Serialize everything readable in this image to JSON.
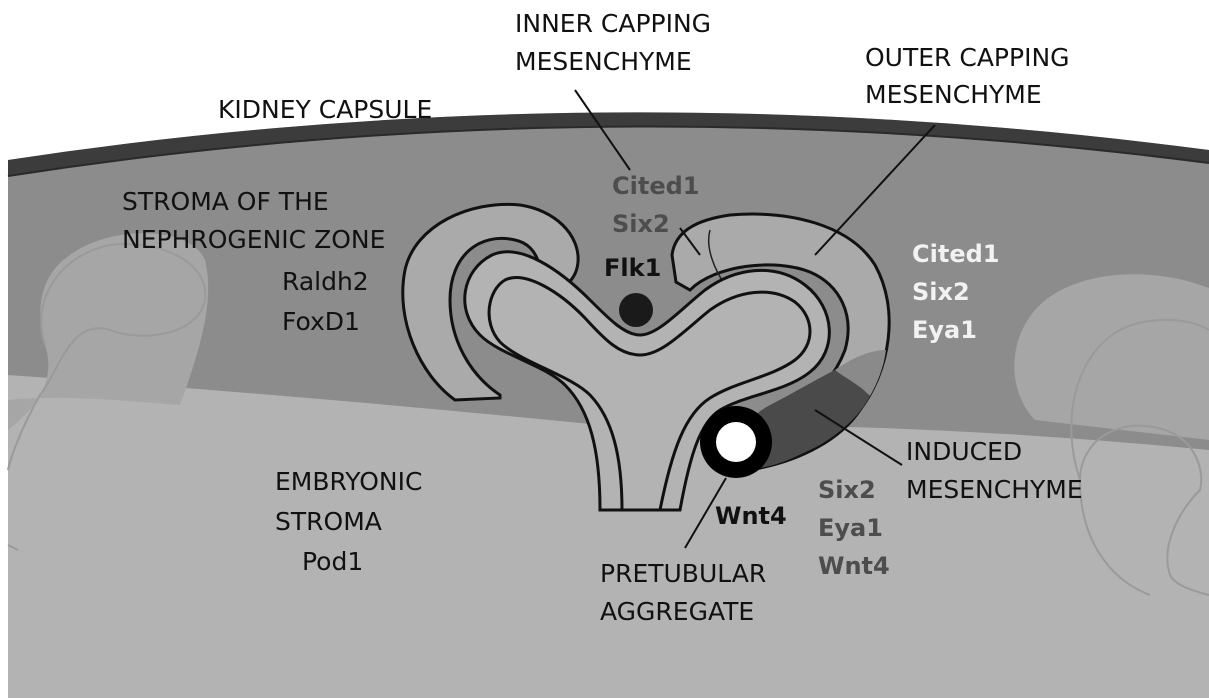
{
  "labels": {
    "kidney_capsule": "KIDNEY CAPSULE",
    "inner_capping_line1": "INNER CAPPING",
    "inner_capping_line2": "MESENCHYME",
    "outer_capping_line1": "OUTER CAPPING",
    "outer_capping_line2": "MESENCHYME",
    "stroma_nz_line1": "STROMA OF THE",
    "stroma_nz_line2": "NEPHROGENIC ZONE",
    "embryonic_line1": "EMBRYONIC",
    "embryonic_line2": "STROMA",
    "induced_line1": "INDUCED",
    "induced_line2": "MESENCHYME",
    "pretubular_line1": "PRETUBULAR",
    "pretubular_line2": "AGGREGATE"
  },
  "markers": {
    "inner_capping": [
      "Cited1",
      "Six2"
    ],
    "flk1": "Flk1",
    "stroma_nz": [
      "Raldh2",
      "FoxD1"
    ],
    "outer_capping": [
      "Cited1",
      "Six2",
      "Eya1"
    ],
    "embryonic_stroma": "Pod1",
    "pretubular": "Wnt4",
    "induced": [
      "Six2",
      "Eya1",
      "Wnt4"
    ]
  },
  "colors": {
    "capsule": "#3c3c3c",
    "nephrogenic_zone": "#8c8c8c",
    "embryonic_stroma": "#b3b3b3",
    "capping_mesenchyme": "#aaaaaa",
    "induced_mesenchyme": "#4a4a4a",
    "marker_dark": "#4d4d4d",
    "marker_light": "#f2f2f2"
  }
}
